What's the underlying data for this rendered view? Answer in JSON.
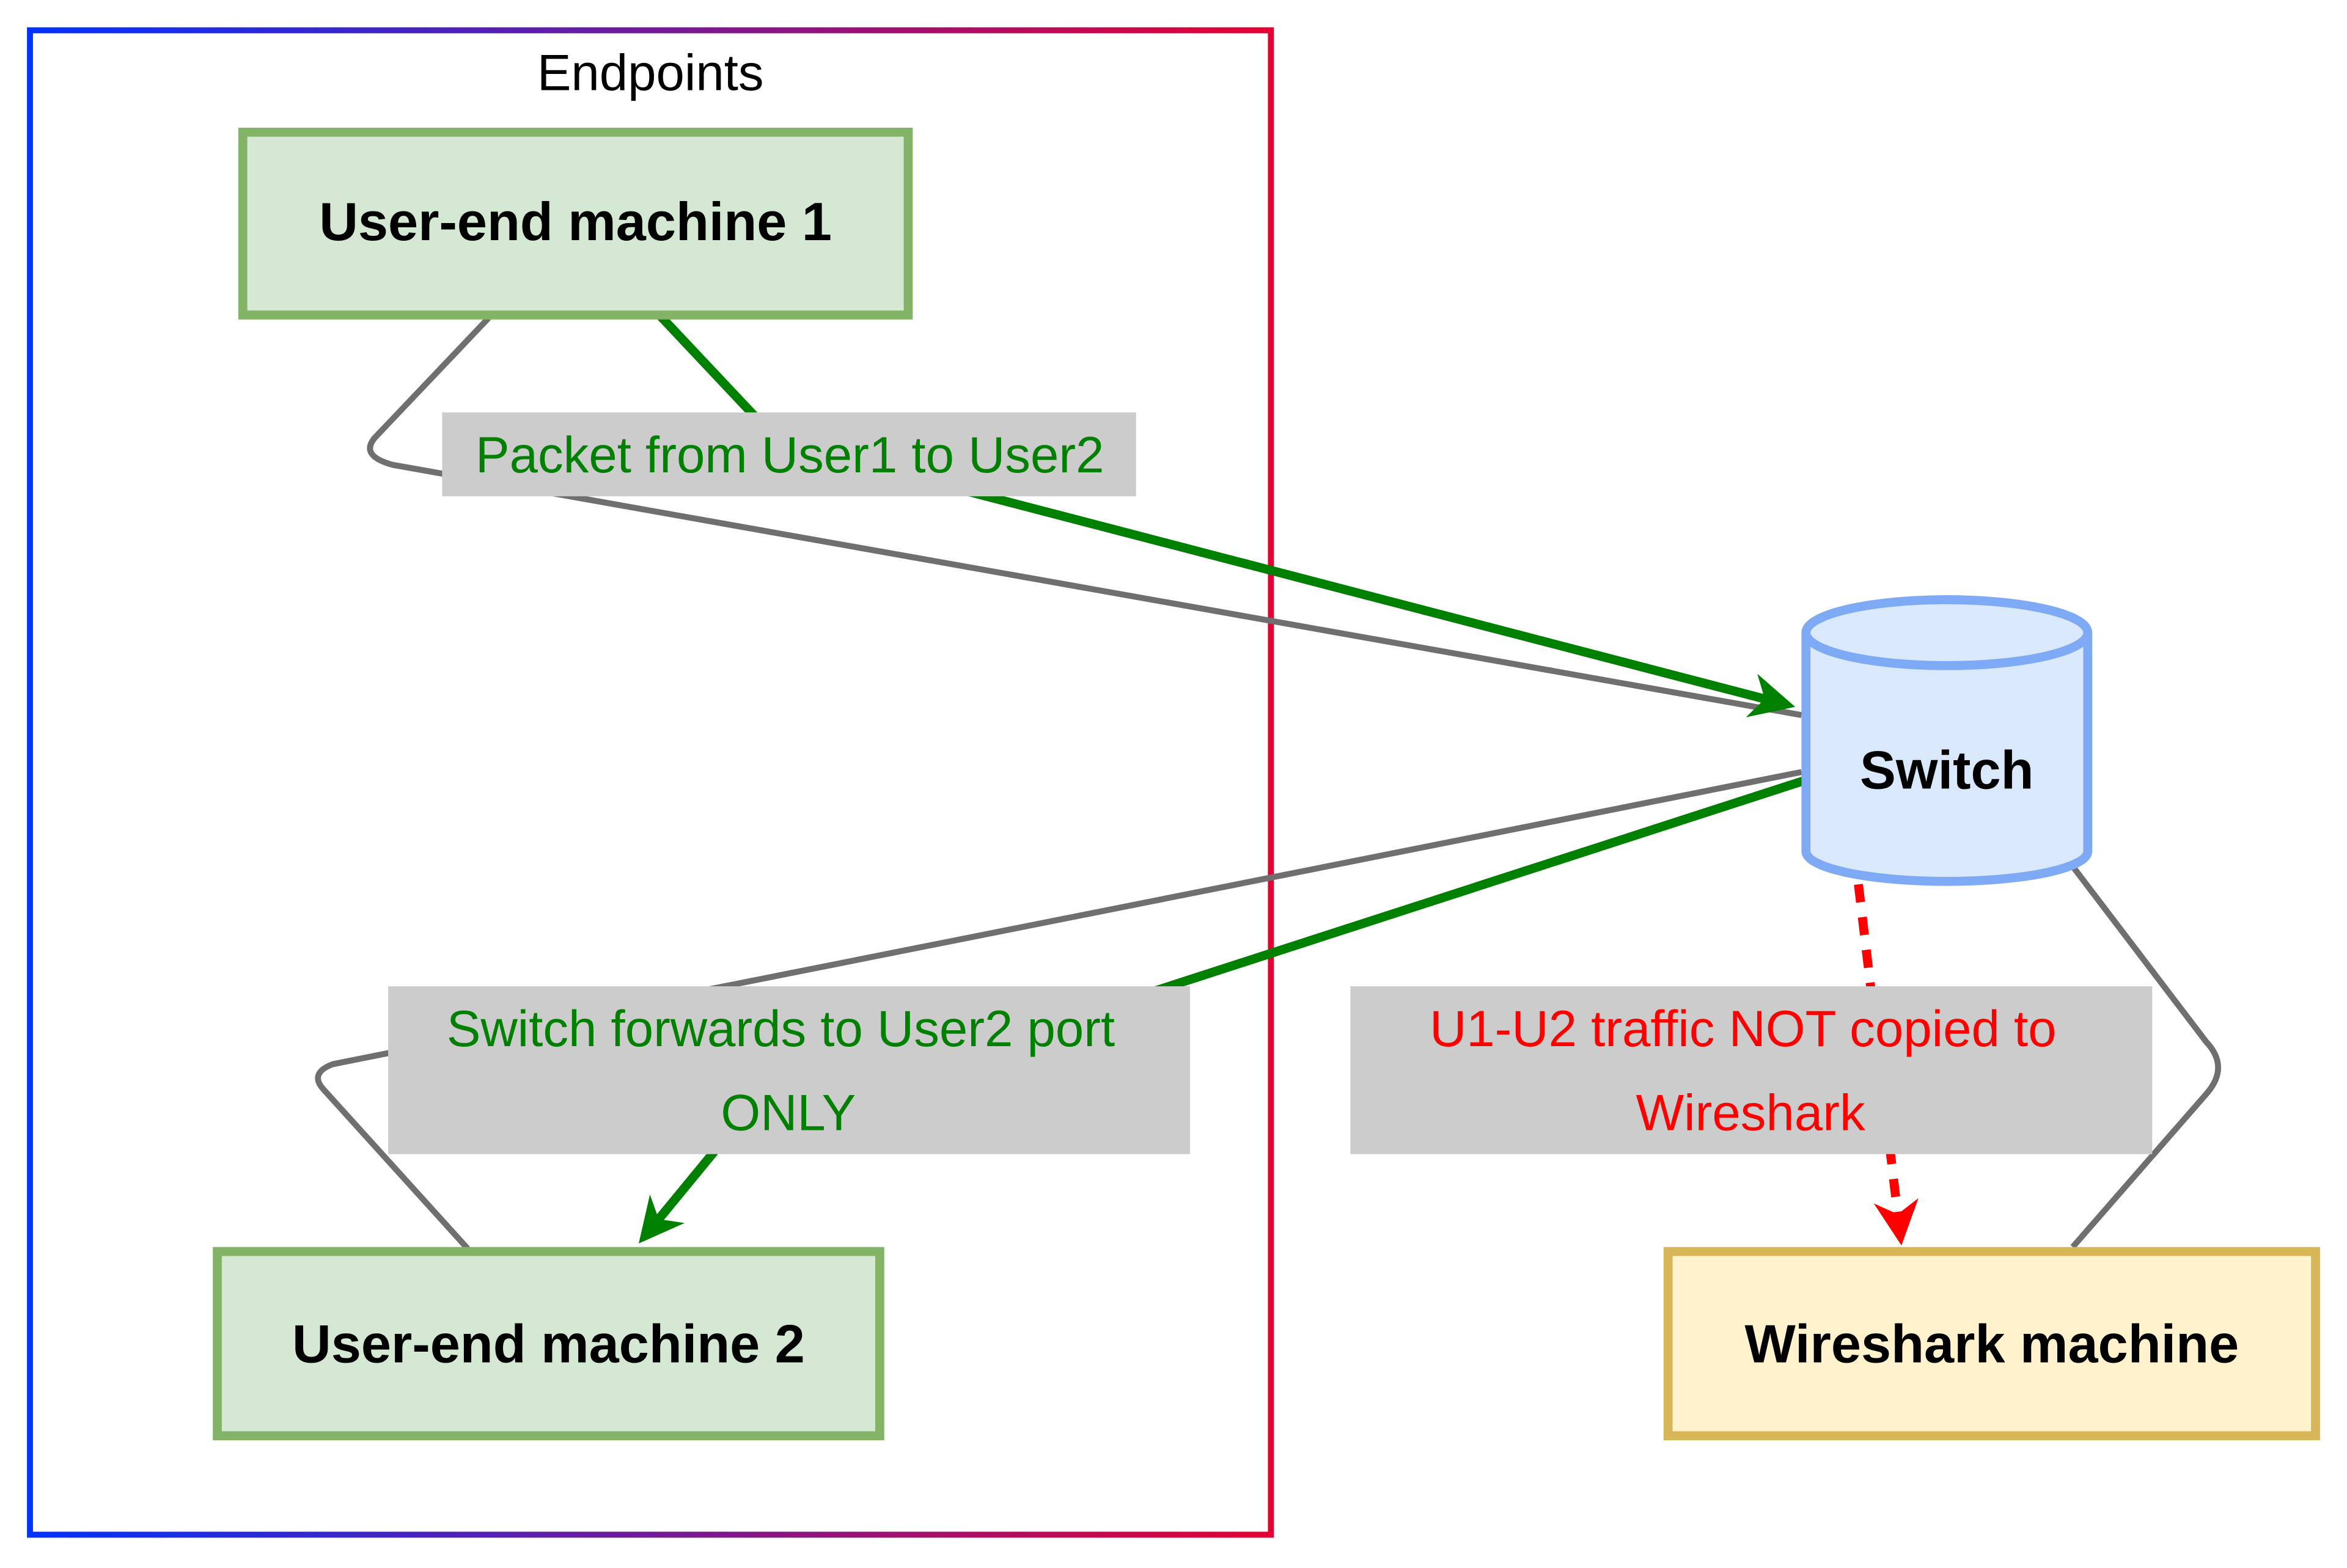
{
  "group": {
    "label": "Endpoints"
  },
  "nodes": {
    "user1": {
      "label": "User-end machine 1"
    },
    "user2": {
      "label": "User-end machine 2"
    },
    "switch": {
      "label": "Switch"
    },
    "wireshark": {
      "label": "Wireshark machine"
    }
  },
  "edges": {
    "packet": {
      "label": "Packet from User1 to User2"
    },
    "forward": {
      "label_line1": "Switch forwards to User2 port",
      "label_line2": "ONLY"
    },
    "not_copied": {
      "label_line1": "U1-U2 traffic NOT copied to",
      "label_line2": "Wireshark"
    }
  },
  "colors": {
    "group_gradient_start": "#0033ff",
    "group_gradient_end": "#e60033",
    "machine_fill": "#d5e8d4",
    "machine_stroke": "#82b366",
    "switch_fill": "#dae8fc",
    "switch_stroke": "#7eaaf5",
    "wireshark_fill": "#fff2cc",
    "wireshark_stroke": "#d6b656",
    "link_gray": "#6f6f6f",
    "flow_green": "#008000",
    "flow_red": "#ff0000",
    "label_bg": "#cccccc"
  }
}
